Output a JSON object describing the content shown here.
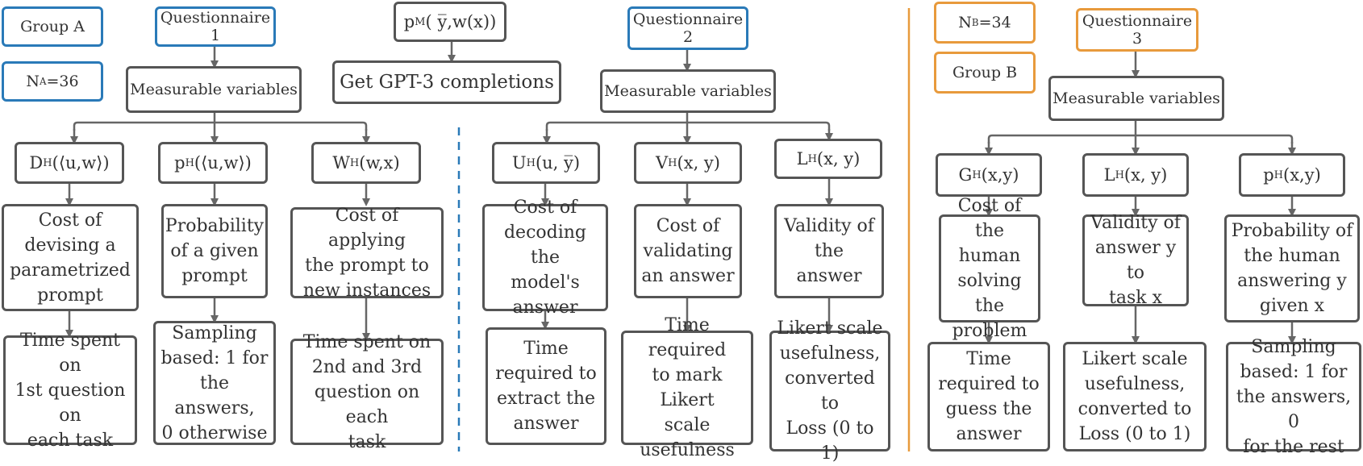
{
  "group_a": {
    "label": "Group A",
    "n": {
      "base": "N",
      "sub": "A",
      "rest": "=36"
    },
    "questionnaire": "Questionnaire 1",
    "measurable": "Measurable variables",
    "variables": [
      {
        "base": "D",
        "sub": "H",
        "rest": "(⟨u,w⟩)"
      },
      {
        "base": "p",
        "sub": "H",
        "rest": "(⟨u,w⟩)"
      },
      {
        "base": "W",
        "sub": "H",
        "rest": "(w,x)"
      }
    ],
    "descriptions": [
      "Cost of\ndevising a\nparametrized\nprompt",
      "Probability\nof a given\nprompt",
      "Cost of applying\nthe prompt to\nnew instances"
    ],
    "measurements": [
      "Time spent on\n1st question on\neach task",
      "Sampling\nbased: 1 for\nthe answers,\n0 otherwise",
      "Time spent on\n2nd and 3rd\nquestion on each\ntask"
    ]
  },
  "gpt": {
    "formula": {
      "base": "p",
      "sub": "M",
      "rest": "( y̅,w(x))"
    },
    "completions": "Get GPT-3 completions"
  },
  "questionnaire_2": {
    "questionnaire": "Questionnaire 2",
    "measurable": "Measurable variables",
    "variables": [
      {
        "base": "U",
        "sub": "H",
        "rest": "(u, y̅)"
      },
      {
        "base": "V",
        "sub": "H",
        "rest": "(x, y)"
      },
      {
        "base": "L",
        "sub": "H",
        "rest": "(x, y)"
      }
    ],
    "descriptions": [
      "Cost of\ndecoding the\nmodel's\nanswer",
      "Cost of\nvalidating\nan answer",
      "Validity of\nthe answer"
    ],
    "measurements": [
      "Time\nrequired to\nextract the\nanswer",
      "Time required\nto mark Likert\nscale\nusefulness",
      "Likert scale\nusefulness,\nconverted to\nLoss (0 to 1)"
    ]
  },
  "group_b": {
    "label": "Group B",
    "n": {
      "base": "N",
      "sub": "B",
      "rest": "=34"
    },
    "questionnaire": "Questionnaire 3",
    "measurable": "Measurable variables",
    "variables": [
      {
        "base": "G",
        "sub": "H",
        "rest": "(x,y)"
      },
      {
        "base": "L",
        "sub": "H",
        "rest": "(x, y)"
      },
      {
        "base": "p",
        "sub": "H",
        "rest": "(x,y)"
      }
    ],
    "descriptions": [
      "Cost of the\nhuman\nsolving the\nproblem",
      "Validity of\nanswer y to\ntask x",
      "Probability of\nthe human\nanswering y\ngiven x"
    ],
    "measurements": [
      "Time\nrequired to\nguess the\nanswer",
      "Likert scale\nusefulness,\nconverted to\nLoss (0 to 1)",
      "Sampling\nbased: 1 for\nthe answers, 0\nfor the rest"
    ]
  },
  "colors": {
    "blue": "#2a7ab8",
    "orange": "#e89a3c",
    "box_border": "#555555",
    "arrow": "#666666"
  }
}
